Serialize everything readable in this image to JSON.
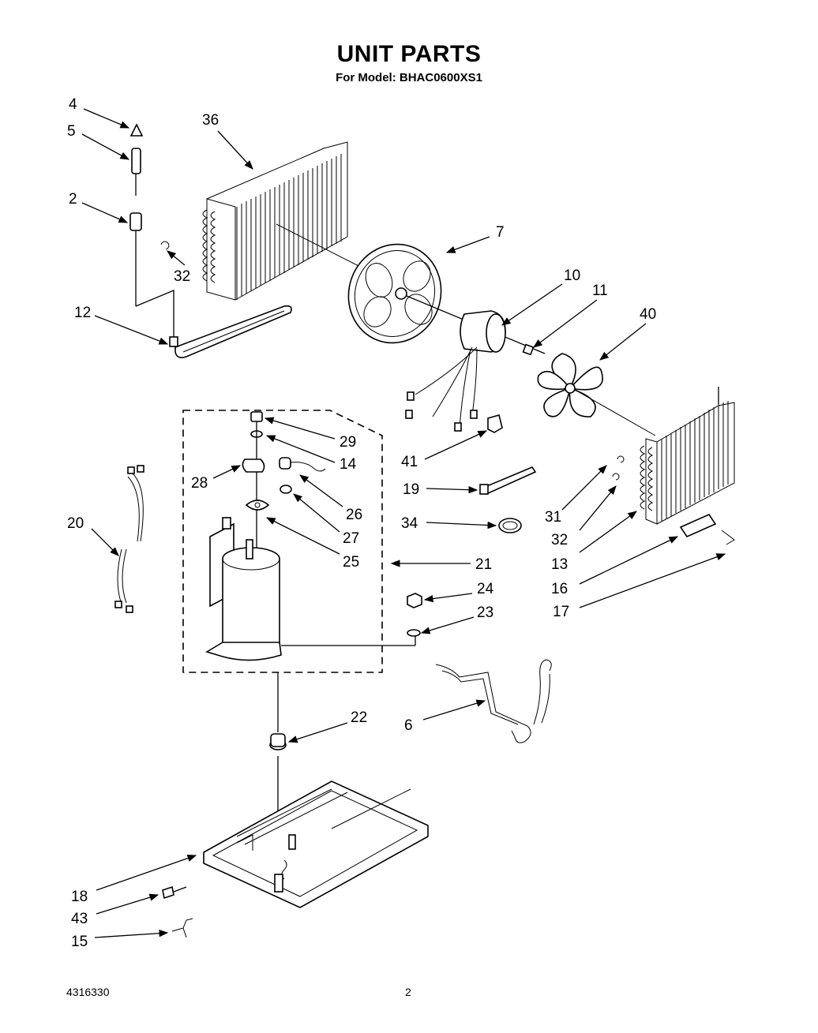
{
  "title": "UNIT PARTS",
  "subtitle": "For Model: BHAC0600XS1",
  "footer": {
    "doc_number": "4316330",
    "page_number": "2"
  },
  "callouts": [
    "4",
    "5",
    "2",
    "36",
    "32",
    "7",
    "10",
    "11",
    "40",
    "12",
    "29",
    "14",
    "28",
    "26",
    "41",
    "19",
    "20",
    "27",
    "34",
    "25",
    "21",
    "31",
    "32",
    "13",
    "24",
    "16",
    "23",
    "17",
    "6",
    "22",
    "18",
    "43",
    "15"
  ]
}
